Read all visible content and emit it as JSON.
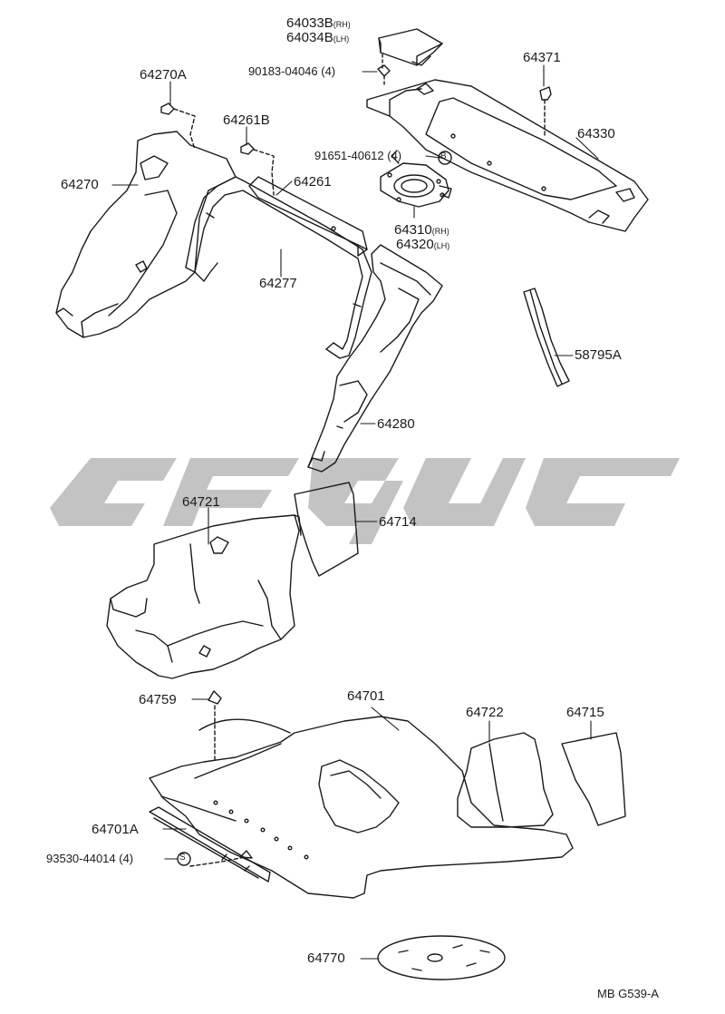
{
  "watermark_color": "#b8b8b8",
  "line_color": "#1a1a1a",
  "labels": {
    "p64033b": "64033B",
    "rh": "(RH)",
    "p64034b": "64034B",
    "lh": "(LH)",
    "p90183": "90183-04046 (4)",
    "p64371": "64371",
    "p64270a": "64270A",
    "p64261b": "64261B",
    "p64330": "64330",
    "p91651": "91651-40612 (4)",
    "callout_b": "B",
    "p64270": "64270",
    "p64261": "64261",
    "p64310": "64310",
    "p64320": "64320",
    "p64277": "64277",
    "p58795a": "58795A",
    "p64280": "64280",
    "p64721": "64721",
    "p64714": "64714",
    "p64759": "64759",
    "p64701": "64701",
    "p64722": "64722",
    "p64715": "64715",
    "p64701a": "64701A",
    "p93530": "93530-44014 (4)",
    "callout_s": "S",
    "p64770": "64770",
    "diagram_ref": "MB G539-A"
  }
}
